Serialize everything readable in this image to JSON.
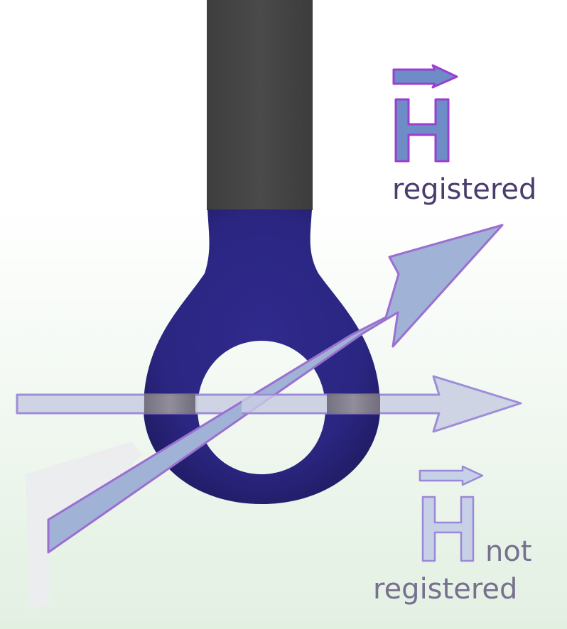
{
  "diagram": {
    "type": "probe-loop-field-registration",
    "labels": {
      "registered_symbol": "H",
      "registered_caption": "registered",
      "not_registered_symbol": "H",
      "not_registered_caption_1": "not",
      "not_registered_caption_2": "registered"
    },
    "elements": [
      {
        "name": "probe-rod",
        "description": "dark gray vertical rod"
      },
      {
        "name": "loop",
        "description": "dark blue ring-shaped loop at end of rod"
      },
      {
        "name": "registered-field-arrow",
        "description": "diagonal arrow threading through the loop"
      },
      {
        "name": "not-registered-field-arrow",
        "description": "horizontal arrow passing parallel to loop plane"
      }
    ],
    "colors": {
      "background_top": "#ffffff",
      "background_bottom": "#e3f1e3",
      "rod": "#454545",
      "loop": "#2b2680",
      "arrow_registered_fill": "#a0b2d6",
      "arrow_not_registered_fill": "#cdd3e4",
      "arrow_stroke": "#9a6fd0",
      "registered_symbol_fill": "#6e8cc6",
      "registered_symbol_stroke": "#9a3fd0",
      "registered_text": "#4a3d6e",
      "not_registered_symbol_fill": "#c6d0e6",
      "not_registered_symbol_stroke": "#9a88d8",
      "not_registered_text": "#77708e",
      "shadow": "#ececee"
    }
  }
}
